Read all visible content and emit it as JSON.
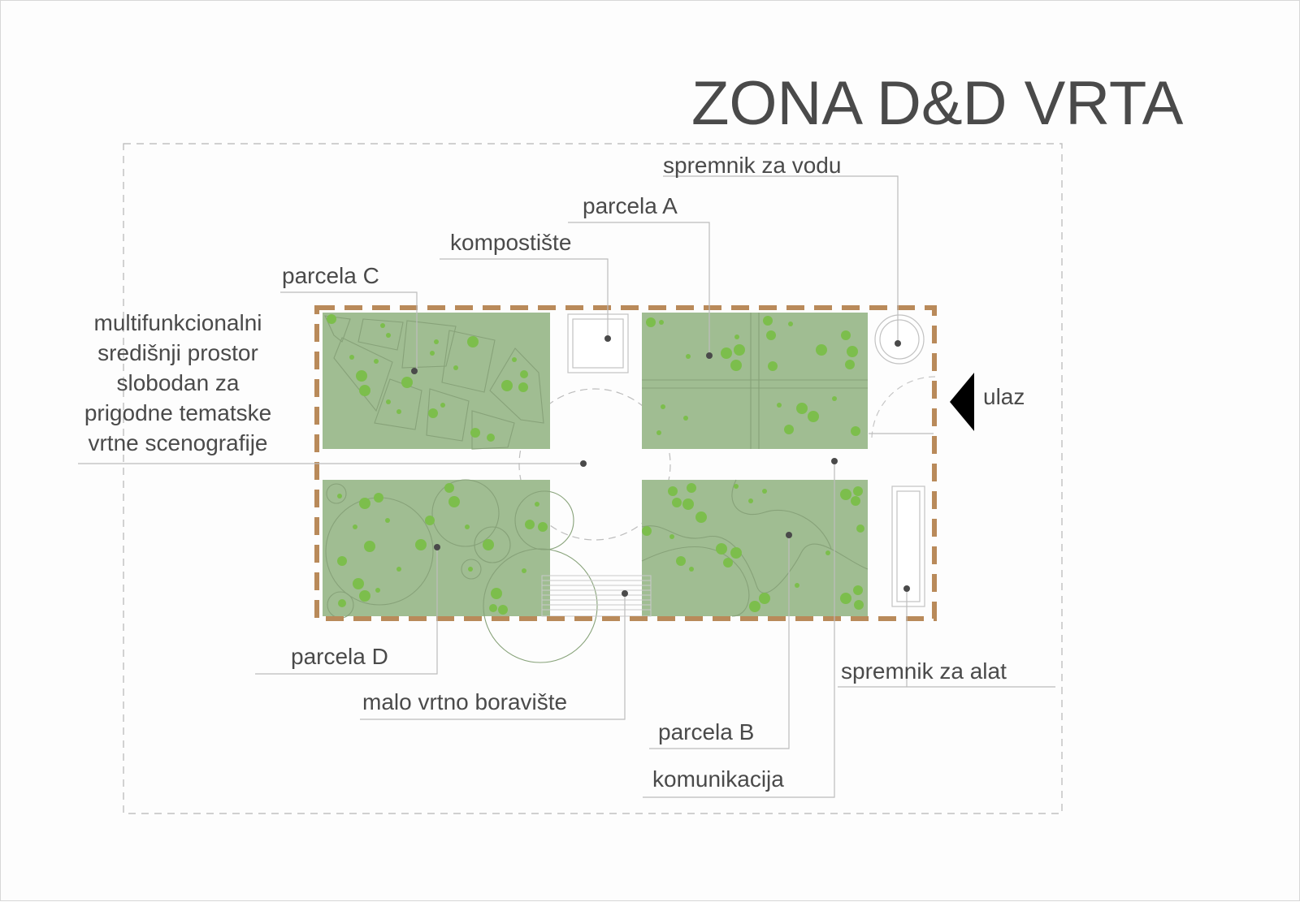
{
  "title": "ZONA D&D VRTA",
  "labels": {
    "water_tank": "spremnik za vodu",
    "plot_a": "parcela A",
    "compost": "kompostište",
    "plot_c": "parcela C",
    "center_space": [
      "multifunkcionalni",
      "središnji prostor",
      "slobodan za",
      "prigodne tematske",
      "vrtne scenografije"
    ],
    "entrance": "ulaz",
    "plot_d": "parcela D",
    "seating": "malo vrtno boravište",
    "plot_b": "parcela B",
    "tool_storage": "spremnik za alat",
    "circulation": "komunikacija"
  },
  "colors": {
    "plot_fill": "#a0bd92",
    "plant_dots": "#7cbe4c",
    "fence": "#b98a5a",
    "text": "#4a4a4a",
    "leader_lines": "#bdbdbd"
  }
}
